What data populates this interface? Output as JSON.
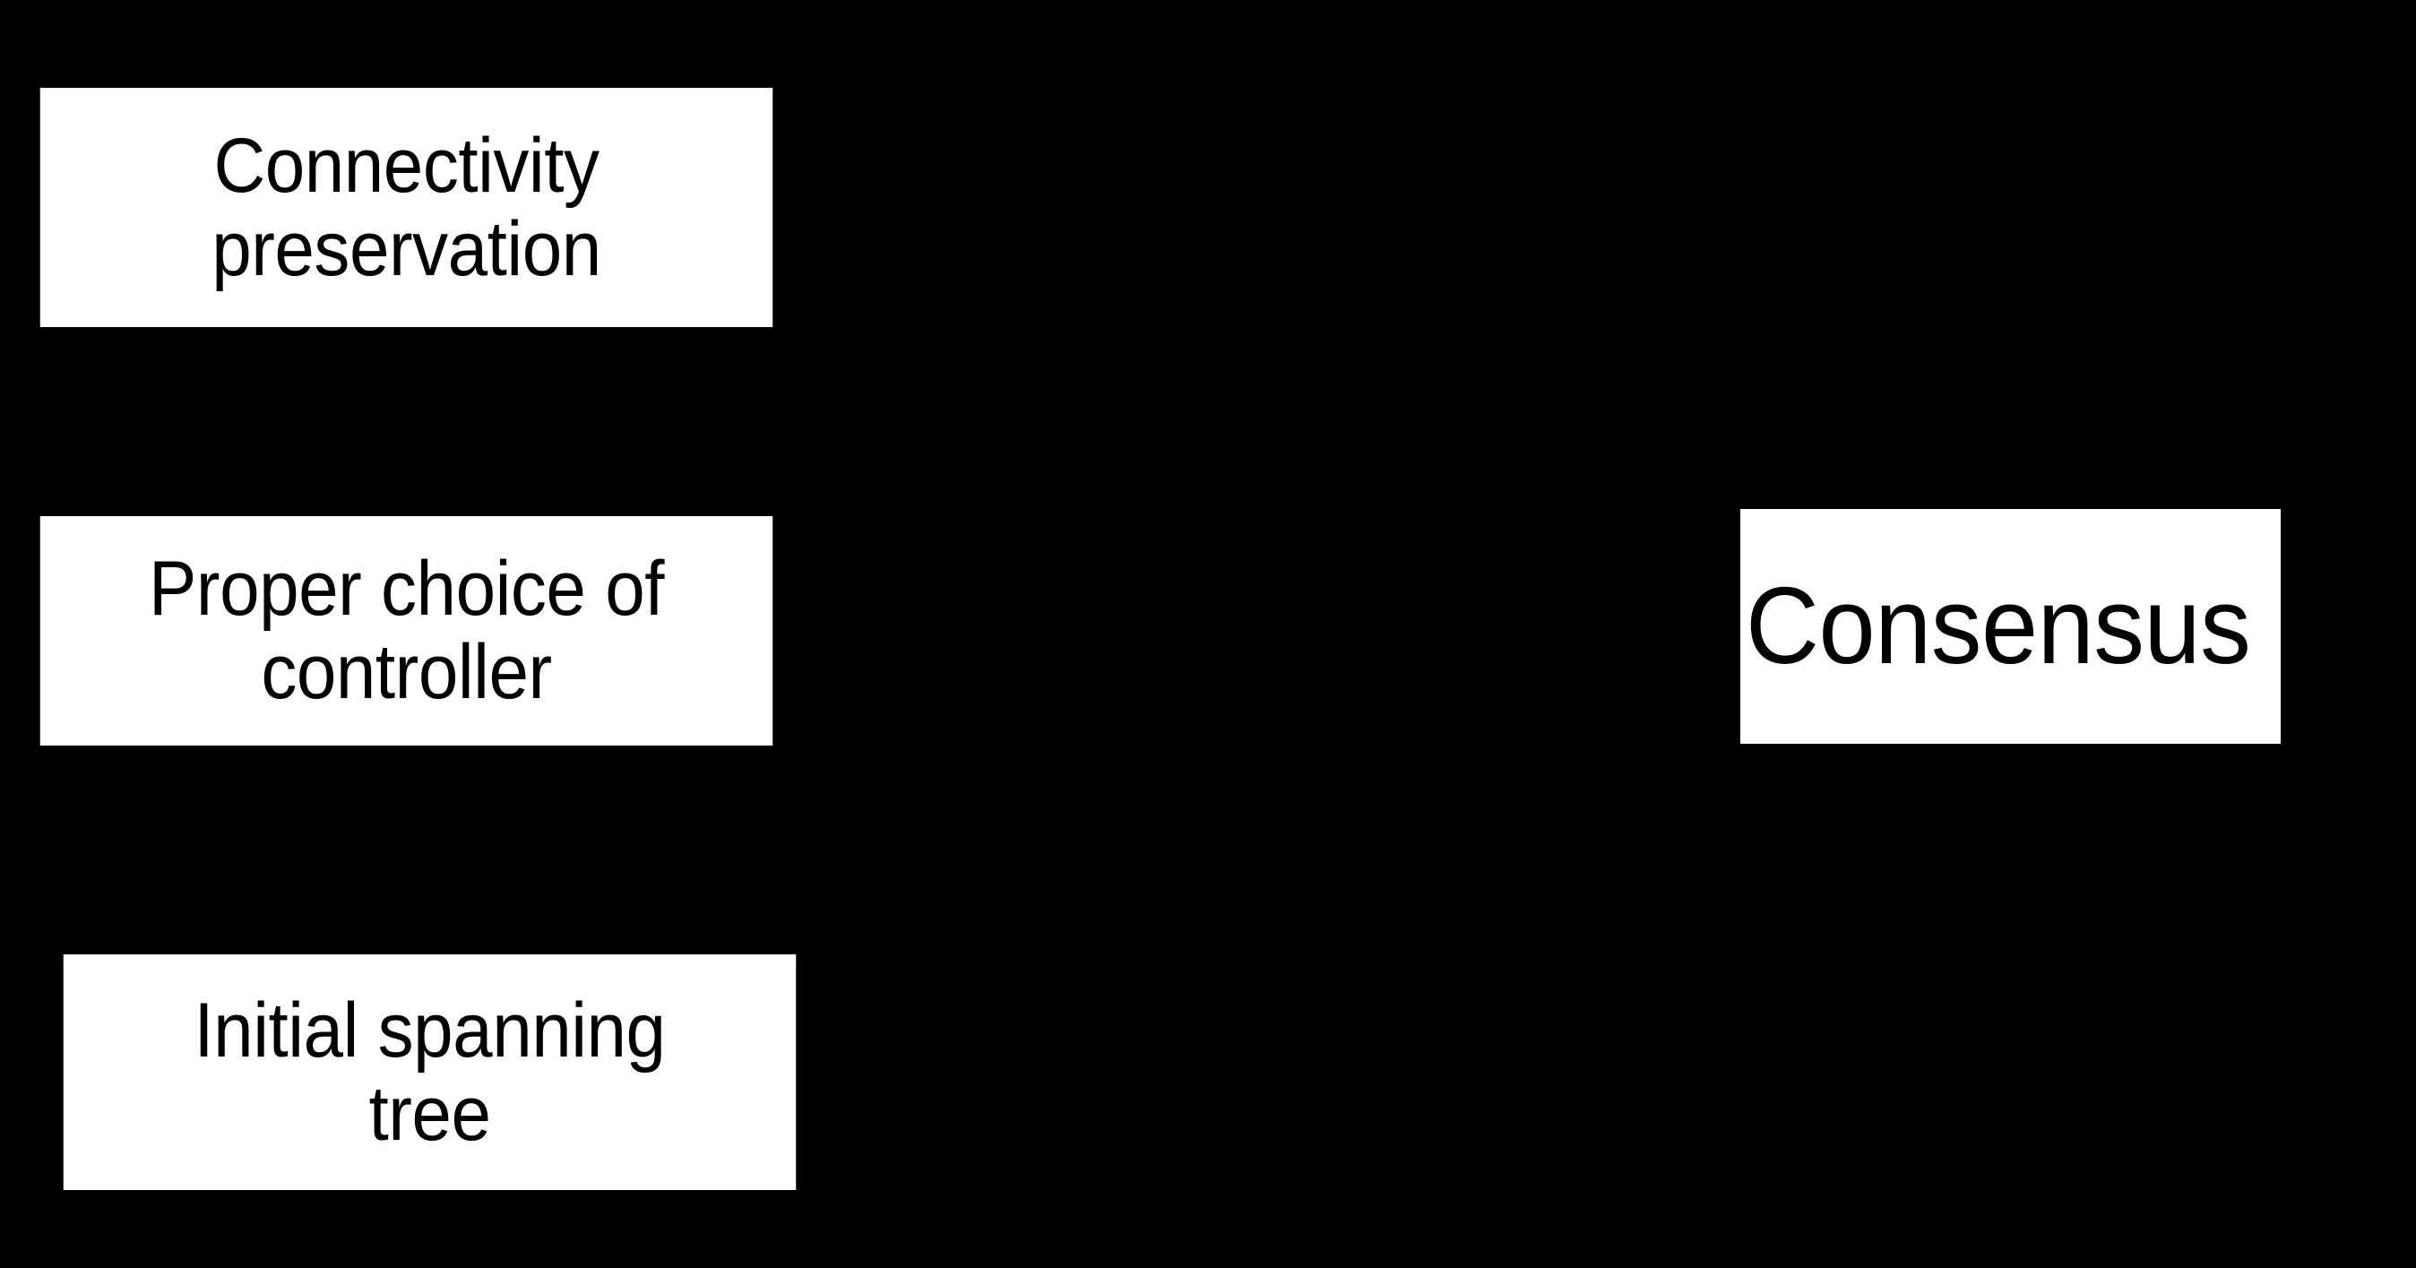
{
  "diagram": {
    "title": "Consensus prerequisites block diagram",
    "background_color": "#000000",
    "box_fill_color": "#FFFFFF",
    "text_color": "#000000",
    "nodes": [
      {
        "id": "connectivity-preservation",
        "label": "Connectivity\npreservation",
        "line1": "Connectivity",
        "line2": "preservation",
        "column": "left",
        "order": 1
      },
      {
        "id": "proper-choice-of-controller",
        "label": "Proper choice of\ncontroller",
        "line1": "Proper choice of",
        "line2": "controller",
        "column": "left",
        "order": 2
      },
      {
        "id": "initial-spanning-tree",
        "label": "Initial spanning\ntree",
        "line1": "Initial spanning",
        "line2": "tree",
        "column": "left",
        "order": 3
      },
      {
        "id": "consensus",
        "label": "Consensus",
        "line1": "Consensus",
        "line2": "",
        "column": "right",
        "order": 1
      }
    ]
  }
}
